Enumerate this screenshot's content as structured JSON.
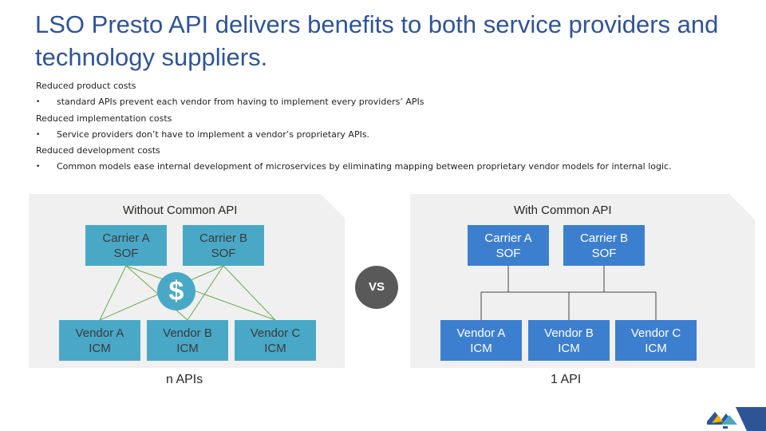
{
  "slide": {
    "title": "LSO Presto API delivers benefits to both service providers and technology suppliers."
  },
  "bullets": [
    {
      "level": 0,
      "text": "Reduced product costs"
    },
    {
      "level": 1,
      "marker": "•",
      "text": "standard APIs prevent each vendor from having to implement every providers’ APIs"
    },
    {
      "level": 0,
      "text": "Reduced implementation costs"
    },
    {
      "level": 1,
      "marker": "•",
      "text": "Service providers don’t have to implement a vendor’s proprietary APIs."
    },
    {
      "level": 0,
      "text": "Reduced development costs"
    },
    {
      "level": 1,
      "marker": "•",
      "text": "Common models ease internal development of microservices by eliminating mapping between proprietary vendor models for internal logic."
    }
  ],
  "left_panel": {
    "title": "Without Common API",
    "carriers": [
      "Carrier A\nSOF",
      "Carrier B\nSOF"
    ],
    "dollar": "$",
    "vendors": [
      "Vendor A\nICM",
      "Vendor B\nICM",
      "Vendor C\nICM"
    ],
    "footer": "n APIs"
  },
  "vs_label": "VS",
  "right_panel": {
    "title": "With Common API",
    "carriers": [
      "Carrier A\nSOF",
      "Carrier B\nSOF"
    ],
    "vendors": [
      "Vendor A\nICM",
      "Vendor B\nICM",
      "Vendor C\nICM"
    ],
    "footer": "1 API"
  },
  "colors": {
    "title": "#2f5496",
    "teal_box": "#4aa8c7",
    "blue_box": "#3d7fcf",
    "panel_bg": "#f0f0f0",
    "mesh_line": "#6aa84f",
    "vs_circle": "#595959"
  },
  "logo": {
    "icon": "company-logo-icon"
  }
}
